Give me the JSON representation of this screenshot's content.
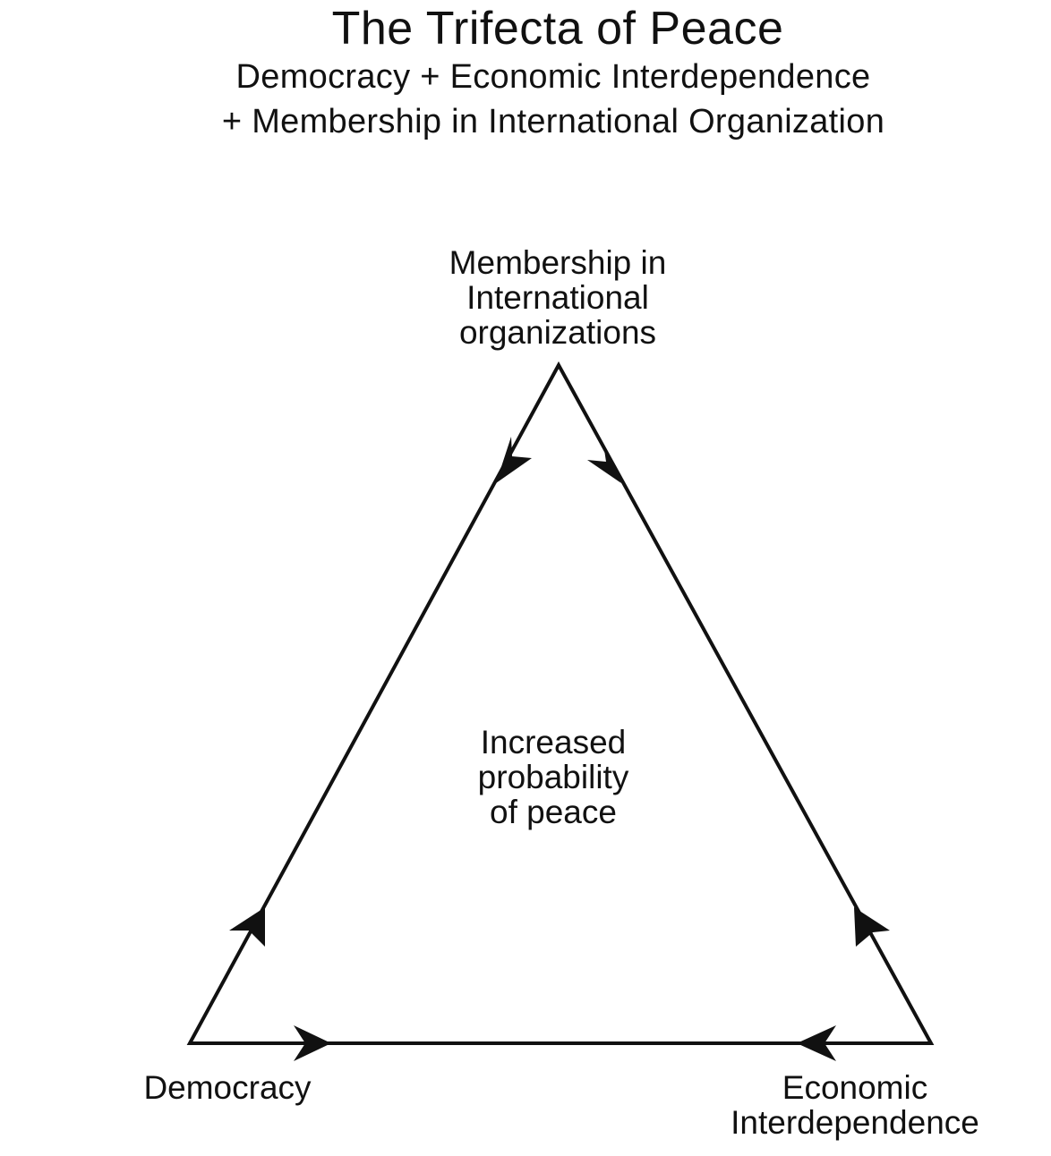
{
  "header": {
    "title": "The Trifecta of Peace",
    "subtitle_line1": "Democracy + Economic Interdependence",
    "subtitle_line2": "+ Membership in International Organization"
  },
  "nodes": {
    "top": {
      "line1": "Membership in",
      "line2": "International",
      "line3": "organizations"
    },
    "left": {
      "line1": "Democracy"
    },
    "right": {
      "line1": "Economic",
      "line2": "Interdependence"
    }
  },
  "center": {
    "line1": "Increased",
    "line2": "probability",
    "line3": "of peace"
  },
  "colors": {
    "ink": "#111111",
    "background": "#ffffff"
  }
}
